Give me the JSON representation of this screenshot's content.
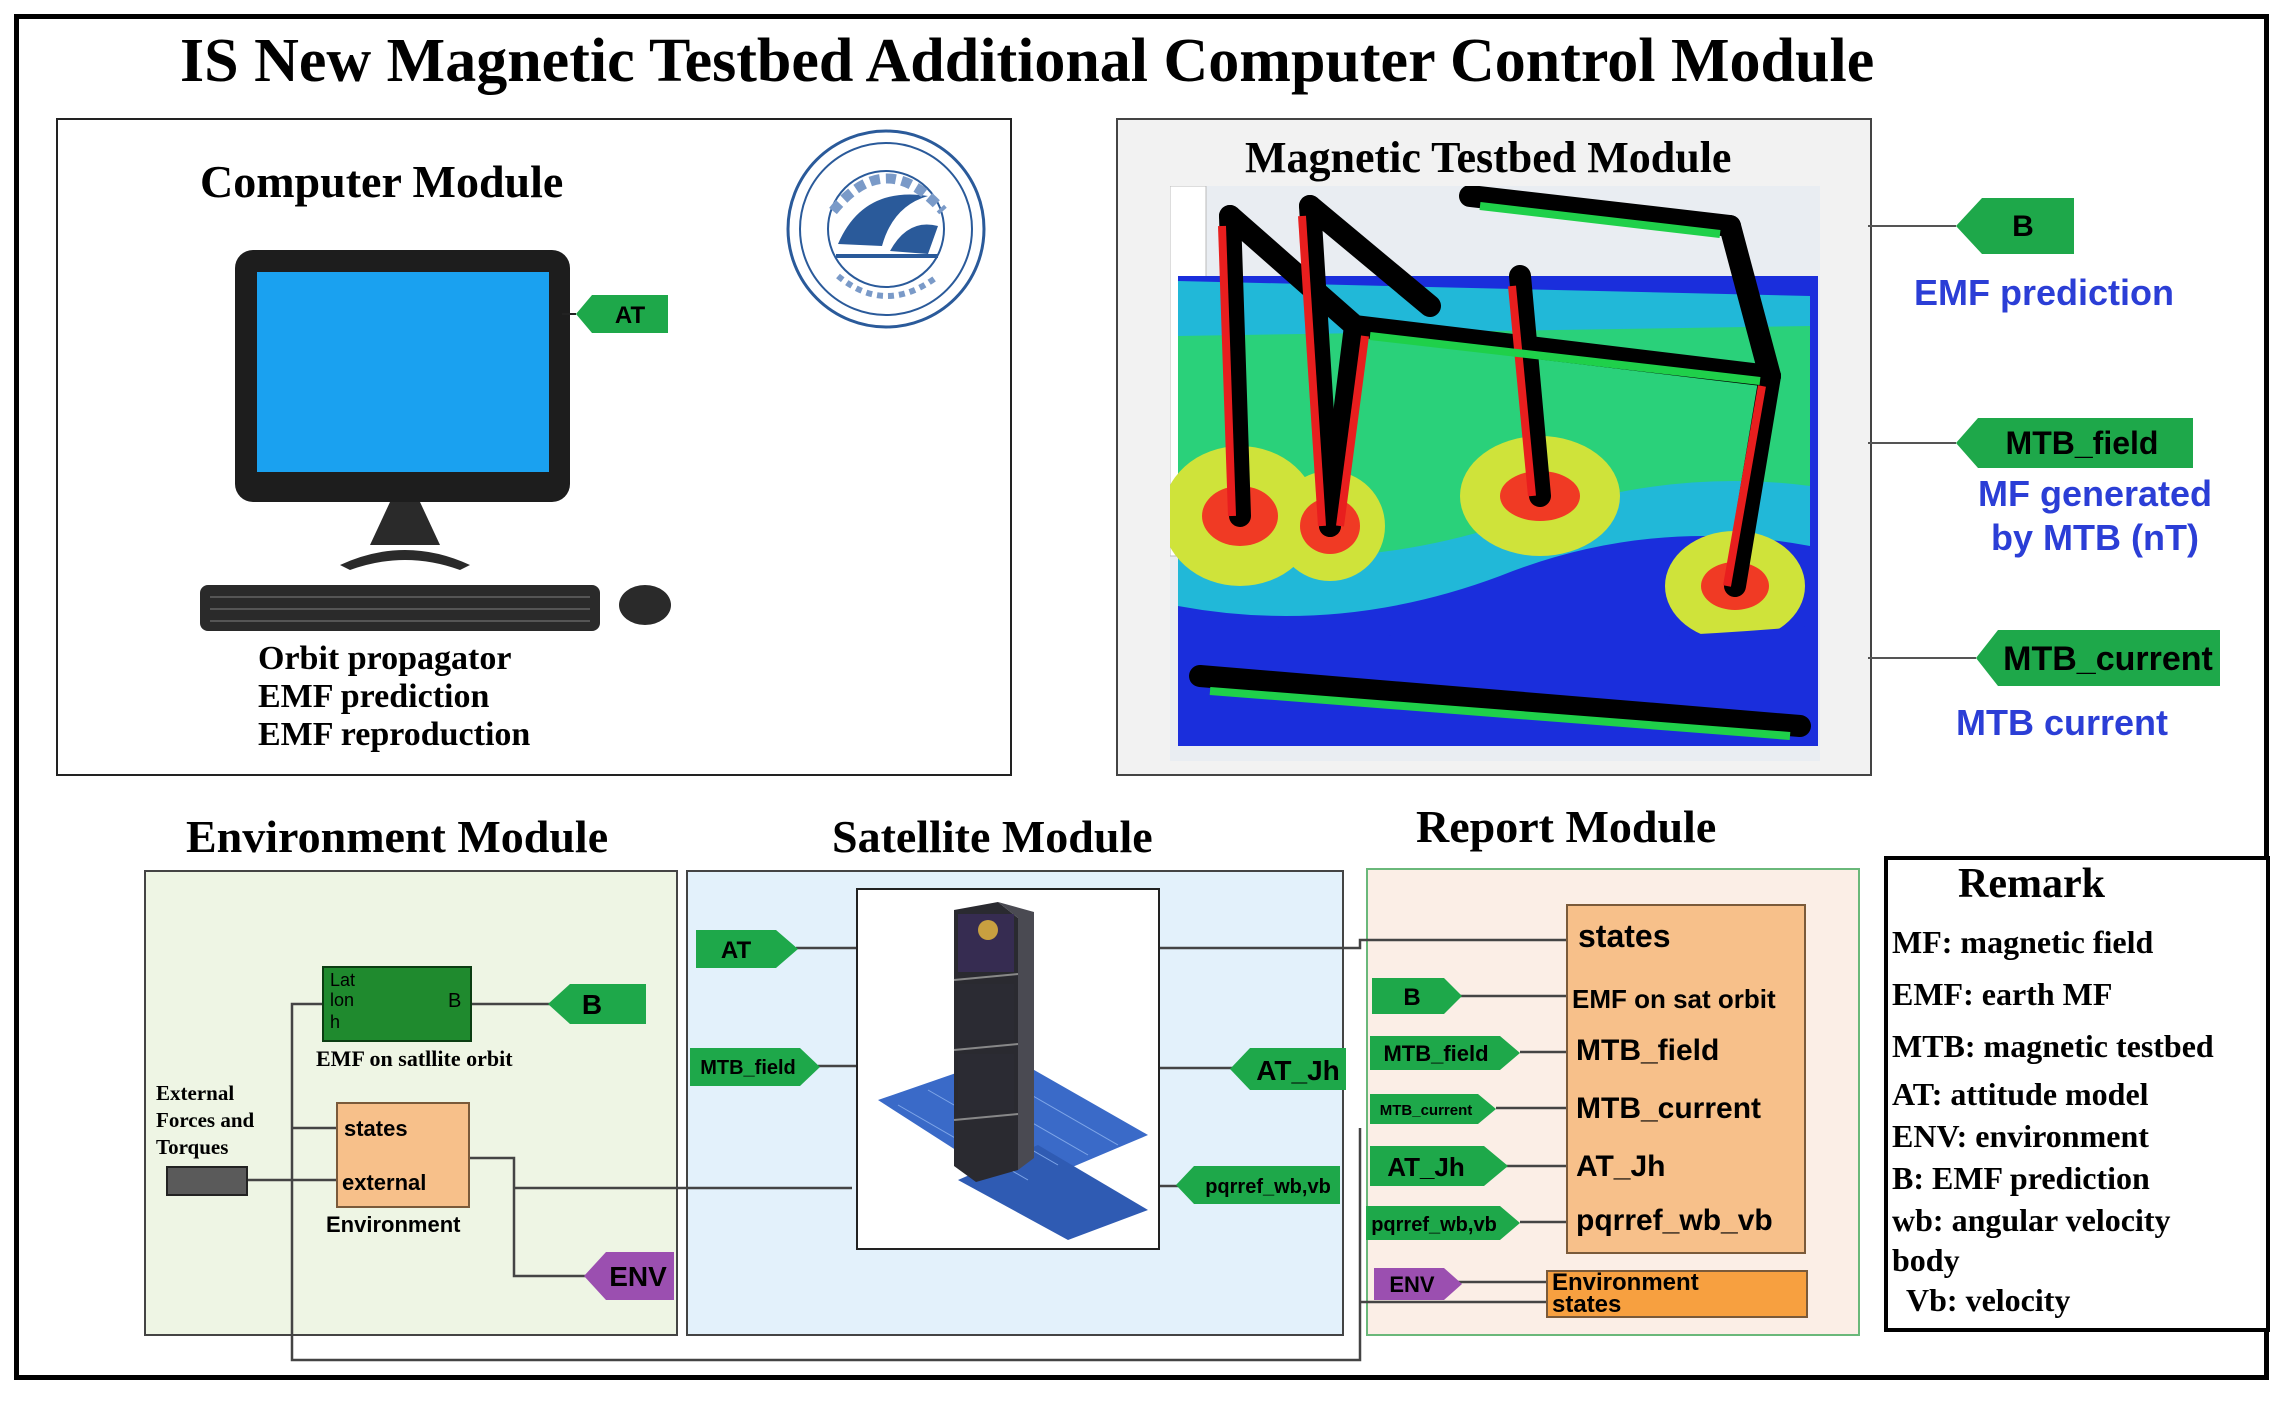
{
  "title": "IS New Magnetic Testbed Additional Computer Control Module",
  "computer_module": {
    "title": "Computer Module",
    "tag": "AT",
    "functions": [
      "Orbit propagator",
      "EMF prediction",
      "EMF reproduction"
    ]
  },
  "testbed_module": {
    "title": "Magnetic Testbed Module",
    "outputs": [
      {
        "tag": "B",
        "label": "EMF prediction"
      },
      {
        "tag": "MTB_field",
        "label": "MF generated by MTB (nT)"
      },
      {
        "tag": "MTB_current",
        "label": "MTB current"
      }
    ]
  },
  "environment_module": {
    "title": "Environment Module",
    "emf_block_ports": [
      "Lat",
      "lon",
      "h"
    ],
    "emf_block_out": "B",
    "emf_block_caption": "EMF on satllite orbit",
    "b_tag": "B",
    "external_label": "External Forces and Torques",
    "env_block_ports": [
      "states",
      "external"
    ],
    "env_block_caption": "Environment",
    "env_tag": "ENV"
  },
  "satellite_module": {
    "title": "Satellite Module",
    "inputs": [
      "AT",
      "MTB_field"
    ],
    "outputs": [
      "AT_Jh",
      "pqrref_wb,vb"
    ]
  },
  "report_module": {
    "title": "Report Module",
    "inputs": [
      "B",
      "MTB_field",
      "MTB_current",
      "AT_Jh",
      "pqrref_wb,vb"
    ],
    "ports": [
      "states",
      "EMF on sat orbit",
      "MTB_field",
      "MTB_current",
      "AT_Jh",
      "pqrref_wb_vb"
    ],
    "env_tag": "ENV",
    "env_block_label": "Environment states"
  },
  "remark": {
    "title": "Remark",
    "lines": [
      "MF: magnetic field",
      "EMF: earth MF",
      "MTB: magnetic testbed",
      "AT: attitude model",
      "ENV: environment",
      "B: EMF prediction",
      "wb: angular velocity body",
      "Vb: velocity"
    ]
  },
  "colors": {
    "tag_green": "#1ea84a",
    "block_orange": "#f7c08a",
    "env_purple": "#9b4fb0",
    "link_blue": "#2b3ed6",
    "screen_blue": "#1aa1f0"
  }
}
